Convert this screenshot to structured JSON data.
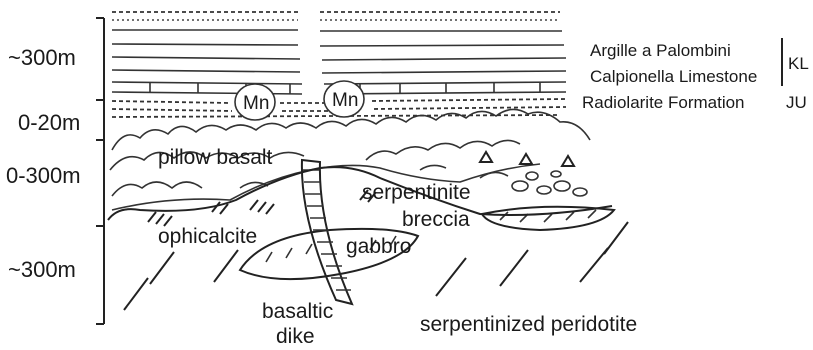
{
  "depth_labels": [
    "~300m",
    "0-20m",
    "0-300m",
    "~300m"
  ],
  "unit_labels": {
    "pillow_basalt": "pillow basalt",
    "ophicalcite": "ophicalcite",
    "serpentinite_breccia_1": "serpentinite",
    "serpentinite_breccia_2": "breccia",
    "gabbro": "gabbro",
    "basaltic_dike_1": "basaltic",
    "basaltic_dike_2": "dike",
    "serpentinized_peridotite": "serpentinized peridotite"
  },
  "manganese_label": "Mn",
  "formations": [
    "Argille a Palombini",
    "Calpionella Limestone",
    "Radiolarite Formation"
  ],
  "ages": [
    "KL",
    "JU"
  ]
}
